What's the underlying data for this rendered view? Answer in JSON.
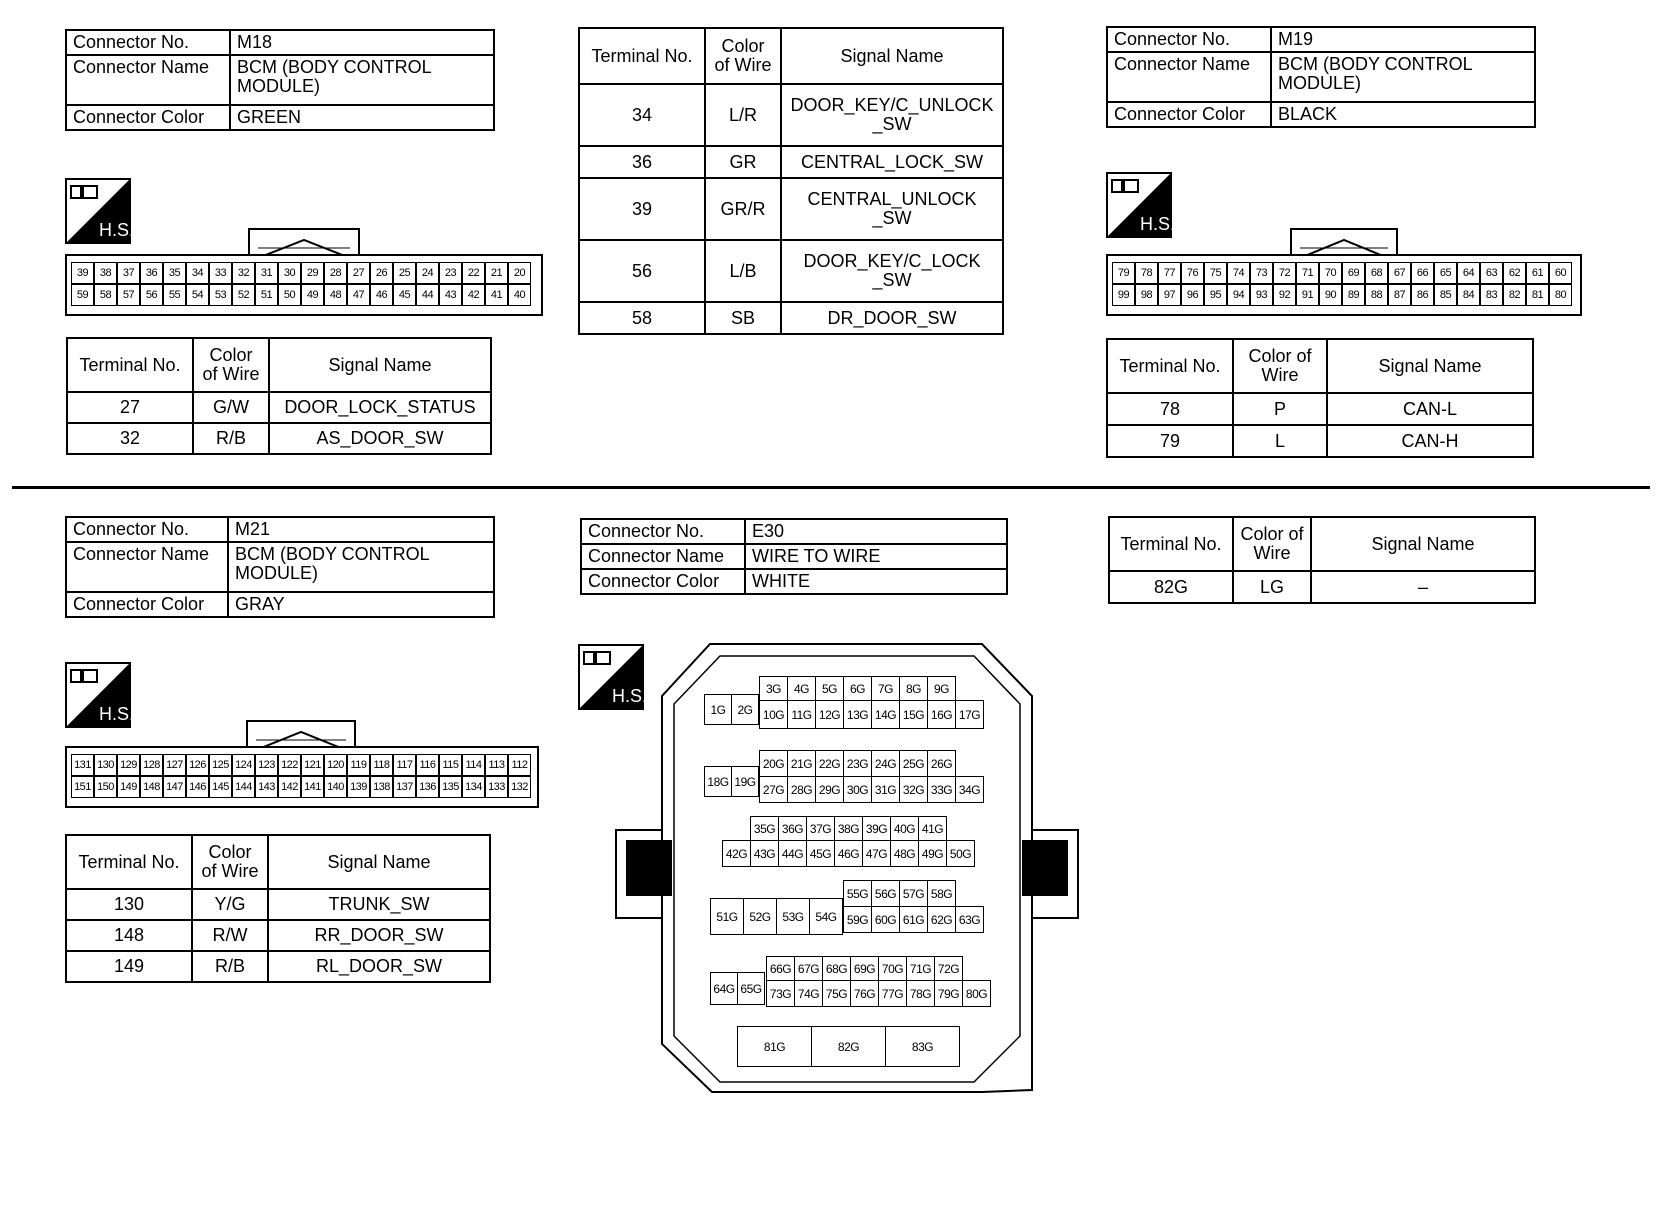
{
  "labels": {
    "connector_no": "Connector No.",
    "connector_name": "Connector Name",
    "connector_color": "Connector Color",
    "terminal_no": "Terminal No.",
    "color_of_wire": "Color of Wire",
    "signal_name": "Signal Name",
    "hs": "H.S."
  },
  "connectors": {
    "m18": {
      "no": "M18",
      "name": "BCM (BODY CONTROL MODULE)",
      "color": "GREEN",
      "pins_top": [
        "39",
        "38",
        "37",
        "36",
        "35",
        "34",
        "33",
        "32",
        "31",
        "30",
        "29",
        "28",
        "27",
        "26",
        "25",
        "24",
        "23",
        "22",
        "21",
        "20"
      ],
      "pins_bottom": [
        "59",
        "58",
        "57",
        "56",
        "55",
        "54",
        "53",
        "52",
        "51",
        "50",
        "49",
        "48",
        "47",
        "46",
        "45",
        "44",
        "43",
        "42",
        "41",
        "40"
      ],
      "terminals": [
        {
          "no": "27",
          "wire": "G/W",
          "signal": "DOOR_LOCK_STATUS"
        },
        {
          "no": "32",
          "wire": "R/B",
          "signal": "AS_DOOR_SW"
        }
      ]
    },
    "m18_cont": {
      "terminals": [
        {
          "no": "34",
          "wire": "L/R",
          "signal": "DOOR_KEY/C_UNLOCK _SW"
        },
        {
          "no": "36",
          "wire": "GR",
          "signal": "CENTRAL_LOCK_SW"
        },
        {
          "no": "39",
          "wire": "GR/R",
          "signal": "CENTRAL_UNLOCK _SW"
        },
        {
          "no": "56",
          "wire": "L/B",
          "signal": "DOOR_KEY/C_LOCK _SW"
        },
        {
          "no": "58",
          "wire": "SB",
          "signal": "DR_DOOR_SW"
        }
      ]
    },
    "m19": {
      "no": "M19",
      "name": "BCM (BODY CONTROL MODULE)",
      "color": "BLACK",
      "pins_top": [
        "79",
        "78",
        "77",
        "76",
        "75",
        "74",
        "73",
        "72",
        "71",
        "70",
        "69",
        "68",
        "67",
        "66",
        "65",
        "64",
        "63",
        "62",
        "61",
        "60"
      ],
      "pins_bottom": [
        "99",
        "98",
        "97",
        "96",
        "95",
        "94",
        "93",
        "92",
        "91",
        "90",
        "89",
        "88",
        "87",
        "86",
        "85",
        "84",
        "83",
        "82",
        "81",
        "80"
      ],
      "terminals": [
        {
          "no": "78",
          "wire": "P",
          "signal": "CAN-L"
        },
        {
          "no": "79",
          "wire": "L",
          "signal": "CAN-H"
        }
      ]
    },
    "m21": {
      "no": "M21",
      "name": "BCM (BODY CONTROL MODULE)",
      "color": "GRAY",
      "pins_top": [
        "131",
        "130",
        "129",
        "128",
        "127",
        "126",
        "125",
        "124",
        "123",
        "122",
        "121",
        "120",
        "119",
        "118",
        "117",
        "116",
        "115",
        "114",
        "113",
        "112"
      ],
      "pins_bottom": [
        "151",
        "150",
        "149",
        "148",
        "147",
        "146",
        "145",
        "144",
        "143",
        "142",
        "141",
        "140",
        "139",
        "138",
        "137",
        "136",
        "135",
        "134",
        "133",
        "132"
      ],
      "terminals": [
        {
          "no": "130",
          "wire": "Y/G",
          "signal": "TRUNK_SW"
        },
        {
          "no": "148",
          "wire": "R/W",
          "signal": "RR_DOOR_SW"
        },
        {
          "no": "149",
          "wire": "R/B",
          "signal": "RL_DOOR_SW"
        }
      ]
    },
    "e30": {
      "no": "E30",
      "name": "WIRE TO WIRE",
      "color": "WHITE",
      "terminals": [
        {
          "no": "82G",
          "wire": "LG",
          "signal": "–"
        }
      ]
    }
  },
  "e30_pins": {
    "r1_top": [
      "3G",
      "4G",
      "5G",
      "6G",
      "7G",
      "8G",
      "9G"
    ],
    "r1_left": [
      "1G",
      "2G"
    ],
    "r1_bottom": [
      "10G",
      "11G",
      "12G",
      "13G",
      "14G",
      "15G",
      "16G",
      "17G"
    ],
    "r2_top": [
      "20G",
      "21G",
      "22G",
      "23G",
      "24G",
      "25G",
      "26G"
    ],
    "r2_left": [
      "18G",
      "19G"
    ],
    "r2_bottom": [
      "27G",
      "28G",
      "29G",
      "30G",
      "31G",
      "32G",
      "33G",
      "34G"
    ],
    "r3_top": [
      "35G",
      "36G",
      "37G",
      "38G",
      "39G",
      "40G",
      "41G"
    ],
    "r3_bottom": [
      "42G",
      "43G",
      "44G",
      "45G",
      "46G",
      "47G",
      "48G",
      "49G",
      "50G"
    ],
    "r4_top": [
      "55G",
      "56G",
      "57G",
      "58G"
    ],
    "r4_left": [
      "51G",
      "52G",
      "53G",
      "54G"
    ],
    "r4_bottom": [
      "59G",
      "60G",
      "61G",
      "62G",
      "63G"
    ],
    "r5_top": [
      "66G",
      "67G",
      "68G",
      "69G",
      "70G",
      "71G",
      "72G"
    ],
    "r5_left": [
      "64G",
      "65G"
    ],
    "r5_bottom": [
      "73G",
      "74G",
      "75G",
      "76G",
      "77G",
      "78G",
      "79G",
      "80G"
    ],
    "r6": [
      "81G",
      "82G",
      "83G"
    ]
  }
}
